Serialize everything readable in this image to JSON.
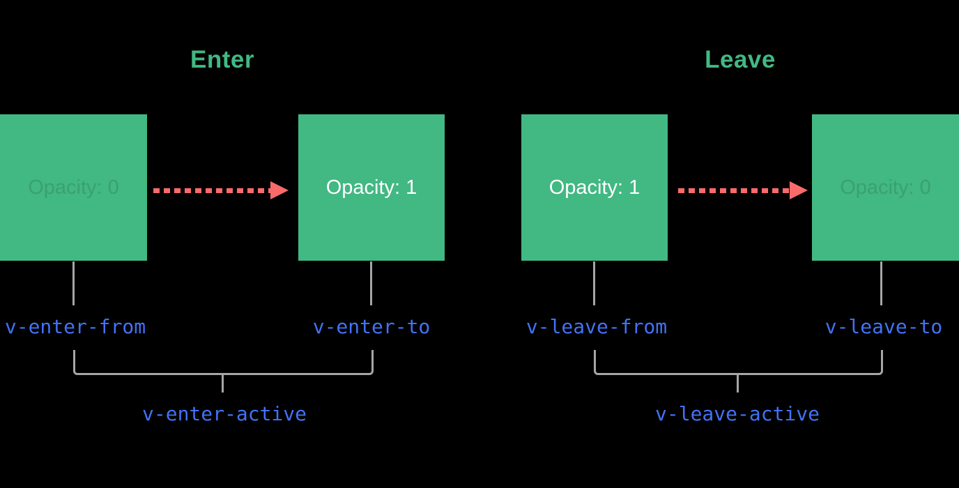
{
  "diagram": {
    "type": "vue-transition-classes",
    "colors": {
      "background": "#000000",
      "box_green": "#42b883",
      "title_green": "#42b883",
      "arrow_red": "#f96b6b",
      "connector_gray": "#a6a6a6",
      "label_blue": "#4272f5",
      "box_text_white": "#ffffff"
    },
    "sections": [
      {
        "id": "enter",
        "title": "Enter",
        "boxes": [
          {
            "label": "Opacity: 0",
            "style": "faded"
          },
          {
            "label": "Opacity: 1",
            "style": "solid"
          }
        ],
        "from_label": "v-enter-from",
        "to_label": "v-enter-to",
        "active_label": "v-enter-active"
      },
      {
        "id": "leave",
        "title": "Leave",
        "boxes": [
          {
            "label": "Opacity: 1",
            "style": "solid"
          },
          {
            "label": "Opacity: 0",
            "style": "faded"
          }
        ],
        "from_label": "v-leave-from",
        "to_label": "v-leave-to",
        "active_label": "v-leave-active"
      }
    ]
  }
}
